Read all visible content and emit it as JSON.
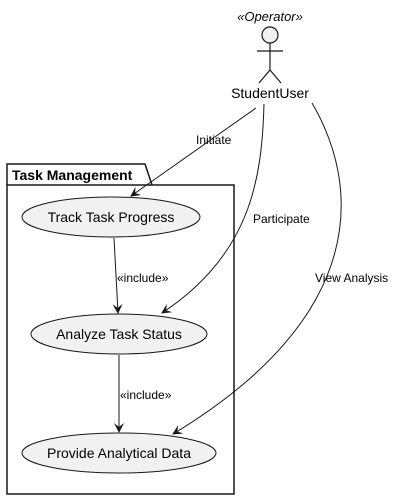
{
  "actor": {
    "stereotype": "«Operator»",
    "name": "StudentUser"
  },
  "package": {
    "title": "Task Management"
  },
  "use_cases": {
    "track": "Track Task Progress",
    "analyze": "Analyze Task Status",
    "provide": "Provide Analytical Data"
  },
  "edges": {
    "initiate": "Initiate",
    "participate": "Participate",
    "view_analysis": "View Analysis",
    "include_1": "«include»",
    "include_2": "«include»"
  },
  "colors": {
    "use_case_fill": "#f1f1f1",
    "stroke": "#181818",
    "background": "#ffffff"
  }
}
